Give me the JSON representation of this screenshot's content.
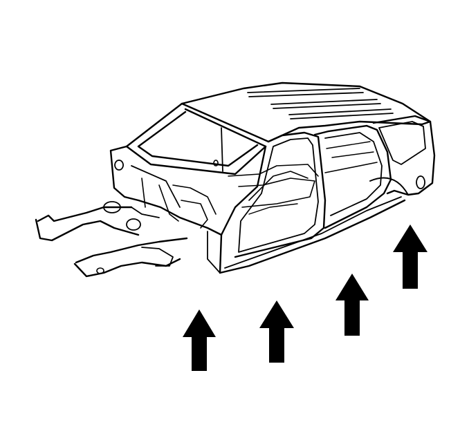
{
  "illustration": {
    "subject": "vehicle-body-shell",
    "view": "three-quarter-front-left",
    "line_color": "#000000",
    "background": "#ffffff"
  },
  "lift_arrows": {
    "count": 4,
    "direction": "up",
    "fill_color": "#000000"
  }
}
